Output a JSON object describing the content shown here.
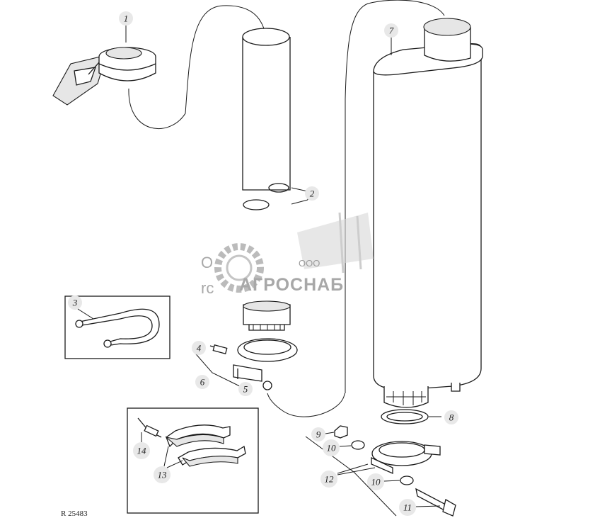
{
  "callouts": [
    {
      "id": "c1",
      "label": "1"
    },
    {
      "id": "c2",
      "label": "2"
    },
    {
      "id": "c3",
      "label": "3"
    },
    {
      "id": "c4",
      "label": "4"
    },
    {
      "id": "c5",
      "label": "5"
    },
    {
      "id": "c6",
      "label": "6"
    },
    {
      "id": "c7",
      "label": "7"
    },
    {
      "id": "c8",
      "label": "8"
    },
    {
      "id": "c9",
      "label": "9"
    },
    {
      "id": "c10a",
      "label": "10"
    },
    {
      "id": "c10b",
      "label": "10"
    },
    {
      "id": "c11",
      "label": "11"
    },
    {
      "id": "c12",
      "label": "12"
    },
    {
      "id": "c13",
      "label": "13"
    },
    {
      "id": "c14",
      "label": "14"
    }
  ],
  "drawing_id": "R 25483",
  "watermark": {
    "company_prefix": "ООО",
    "company_name": "АГРОСНАБ",
    "fragment_top": "О",
    "fragment_bottom": "rc"
  }
}
